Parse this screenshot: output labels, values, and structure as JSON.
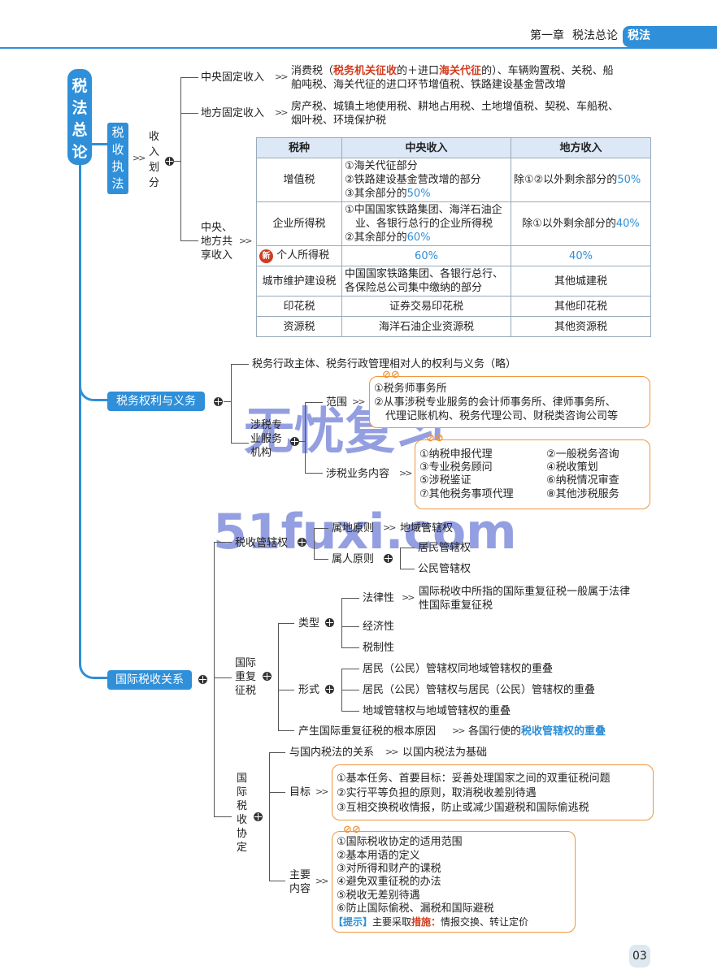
{
  "header": {
    "chapter": "第一章",
    "chapter_title": "税法总论",
    "tag": "税法"
  },
  "root": {
    "title": [
      "税",
      "法",
      "总",
      "论"
    ]
  },
  "s1": {
    "label": [
      "税",
      "收",
      "执",
      "法"
    ],
    "sub": [
      "收",
      "入",
      "划",
      "分"
    ],
    "central": {
      "label": "中央固定收入",
      "line1_a": "消费税（",
      "line1_red1": "税务机关征收",
      "line1_b": "的＋进口",
      "line1_red2": "海关代征",
      "line1_c": "的）、车辆购置税、关税、船",
      "line2": "舶吨税、海关代征的进口环节增值税、铁路建设基金营改增"
    },
    "local": {
      "label": "地方固定收入",
      "line1": "房产税、城镇土地使用税、耕地占用税、土地增值税、契税、车船税、",
      "line2": "烟叶税、环境保护税"
    },
    "shared": {
      "label1": "中央、",
      "label2": "地方共",
      "label3": "享收入"
    },
    "table": {
      "headers": [
        "税种",
        "中央收入",
        "地方收入"
      ],
      "vat": {
        "name": "增值税",
        "c1": "①海关代征部分",
        "c2": "②铁路建设基金营改增的部分",
        "c3a": "③其余部分的",
        "c3b": "50%",
        "la": "除①②以外剩余部分的",
        "lb": "50%"
      },
      "cit": {
        "name": "企业所得税",
        "c1": "①中国国家铁路集团、海洋石油企",
        "c2": "业、各银行总行的企业所得税",
        "c3a": "②其余部分的",
        "c3b": "60%",
        "la": "除①以外剩余部分的",
        "lb": "40%"
      },
      "pit": {
        "badge": "新",
        "name": "个人所得税",
        "c": "60%",
        "l": "40%"
      },
      "cmt": {
        "name": "城市维护建设税",
        "c1": "中国国家铁路集团、各银行总行、",
        "c2": "各保险总公司集中缴纳的部分",
        "l": "其他城建税"
      },
      "stamp": {
        "name": "印花税",
        "c": "证券交易印花税",
        "l": "其他印花税"
      },
      "res": {
        "name": "资源税",
        "c": "海洋石油企业资源税",
        "l": "其他资源税"
      }
    }
  },
  "s2": {
    "label": "税务权利与义务",
    "admin": "税务行政主体、税务行政管理相对人的权利与义务（略）",
    "agency": {
      "l1": "涉税专",
      "l2": "业服务",
      "l3": "机构"
    },
    "scope": {
      "label": "范围",
      "i1": "①税务师事务所",
      "i2": "②从事涉税专业服务的会计师事务所、律师事务所、",
      "i3": "代理记账机构、税务代理公司、财税类咨询公司等"
    },
    "biz": {
      "label": "涉税业务内容",
      "items": [
        "①纳税申报代理",
        "②一般税务咨询",
        "③专业税务顾问",
        "④税收策划",
        "⑤涉税鉴证",
        "⑥纳税情况审查",
        "⑦其他税务事项代理",
        "⑧其他涉税服务"
      ]
    }
  },
  "s3": {
    "label": "国际税收关系",
    "juris": {
      "label": "税收管辖权",
      "terr": "属地原则",
      "terr_r": "地域管辖权",
      "pers": "属人原则",
      "res": "居民管辖权",
      "cit": "公民管辖权"
    },
    "double": {
      "l1": "国际",
      "l2": "重复",
      "l3": "征税",
      "type": "类型",
      "legal": "法律性",
      "legal_d1": "国际税收中所指的国际重复征税一般属于法律",
      "legal_d2": "性国际重复征税",
      "econ": "经济性",
      "sys": "税制性",
      "form": "形式",
      "f1": "居民（公民）管辖权同地域管辖权的重叠",
      "f2": "居民（公民）管辖权与居民（公民）管辖权的重叠",
      "f3": "地域管辖权与地域管辖权的重叠",
      "cause": "产生国际重复征税的根本原因",
      "cause_a": "各国行使的",
      "cause_b": "税收管辖权的重叠"
    },
    "treaty": {
      "label": [
        "国",
        "际",
        "税",
        "收",
        "协",
        "定"
      ],
      "rel": "与国内税法的关系",
      "rel_r": "以国内税法为基础",
      "goal": "目标",
      "g": [
        "①基本任务、首要目标：妥善处理国家之间的双重征税问题",
        "②实行平等负担的原则，取消税收差别待遇",
        "③互相交换税收情报，防止或减少国避税和国际偷逃税"
      ],
      "content1": "主要",
      "content2": "内容",
      "c": [
        "①国际税收协定的适用范围",
        "②基本用语的定义",
        "③对所得和财产的课税",
        "④避免双重征税的办法",
        "⑤税收无差别待遇",
        "⑥防止国际偷税、漏税和国际避税"
      ],
      "tip_a": "【提示】",
      "tip_b": "主要采取",
      "tip_c": "措施：",
      "tip_d": "情报交换、转让定价"
    }
  },
  "watermark": {
    "w1": "无忧复习",
    "w2": "51fuxi.com"
  },
  "page_number": "03"
}
